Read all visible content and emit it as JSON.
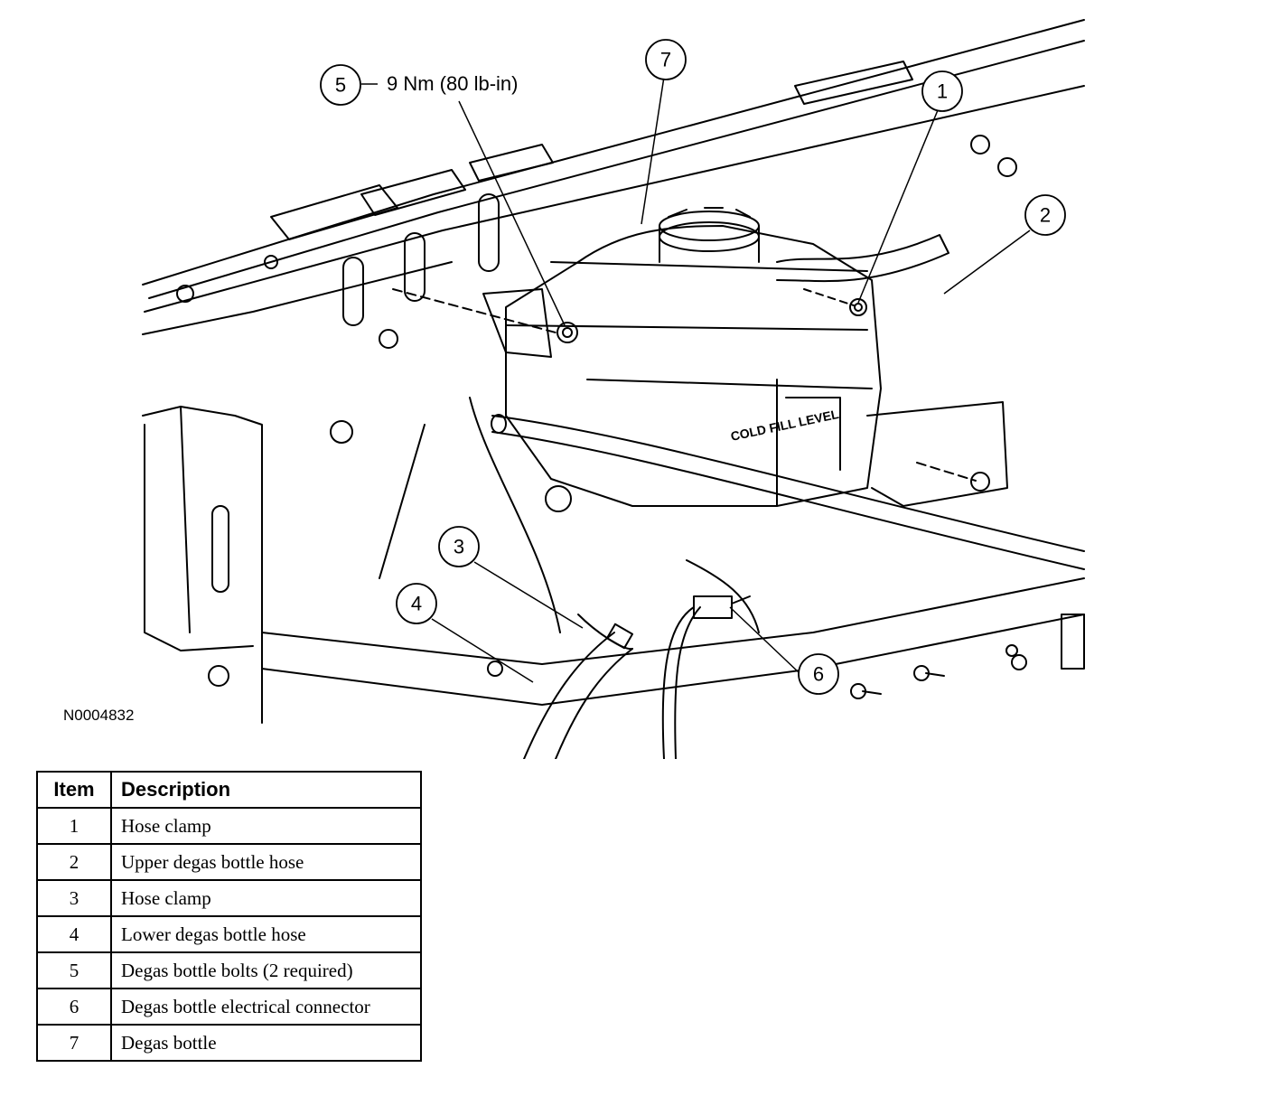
{
  "figure": {
    "drawing_id": "N0004832",
    "callouts": [
      {
        "number": "1"
      },
      {
        "number": "2"
      },
      {
        "number": "3"
      },
      {
        "number": "4"
      },
      {
        "number": "5",
        "annotation": "9 Nm (80 lb-in)"
      },
      {
        "number": "6"
      },
      {
        "number": "7"
      }
    ],
    "reservoir_marking": "COLD FILL LEVEL"
  },
  "table": {
    "headers": [
      "Item",
      "Description"
    ],
    "rows": [
      {
        "item": "1",
        "description": "Hose clamp"
      },
      {
        "item": "2",
        "description": "Upper degas bottle hose"
      },
      {
        "item": "3",
        "description": "Hose clamp"
      },
      {
        "item": "4",
        "description": "Lower degas bottle hose"
      },
      {
        "item": "5",
        "description": "Degas bottle bolts (2 required)"
      },
      {
        "item": "6",
        "description": "Degas bottle electrical connector"
      },
      {
        "item": "7",
        "description": "Degas bottle"
      }
    ]
  }
}
